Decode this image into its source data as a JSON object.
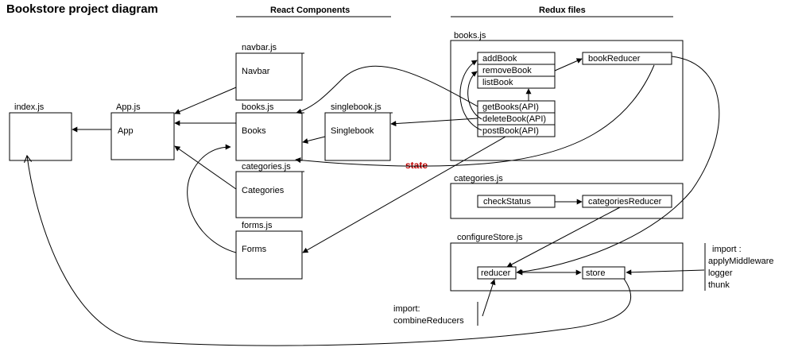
{
  "title": "Bookstore project diagram",
  "section_headers": {
    "react": "React Components",
    "redux": "Redux files"
  },
  "files": {
    "index": "index.js",
    "app": "App.js",
    "navbar": "navbar.js",
    "books": "books.js",
    "singlebook": "singlebook.js",
    "categories": "categories.js",
    "forms": "forms.js",
    "redux_books": "books.js",
    "redux_categories": "categories.js",
    "configure_store": "configureStore.js"
  },
  "components": {
    "app": "App",
    "navbar": "Navbar",
    "books": "Books",
    "singlebook": "Singlebook",
    "categories": "Categories",
    "forms": "Forms"
  },
  "redux": {
    "actions": [
      "addBook",
      "removeBook",
      "listBook"
    ],
    "api_actions": [
      "getBooks(API)",
      "deleteBook(API)",
      "postBook(API)"
    ],
    "book_reducer": "bookReducer",
    "check_status": "checkStatus",
    "categories_reducer": "categoriesReducer",
    "reducer": "reducer",
    "store": "store"
  },
  "imports": {
    "combine": [
      "import:",
      "combineReducers"
    ],
    "middleware": [
      "import :",
      "applyMiddleware",
      "logger",
      "thunk"
    ]
  },
  "state_label": "state"
}
